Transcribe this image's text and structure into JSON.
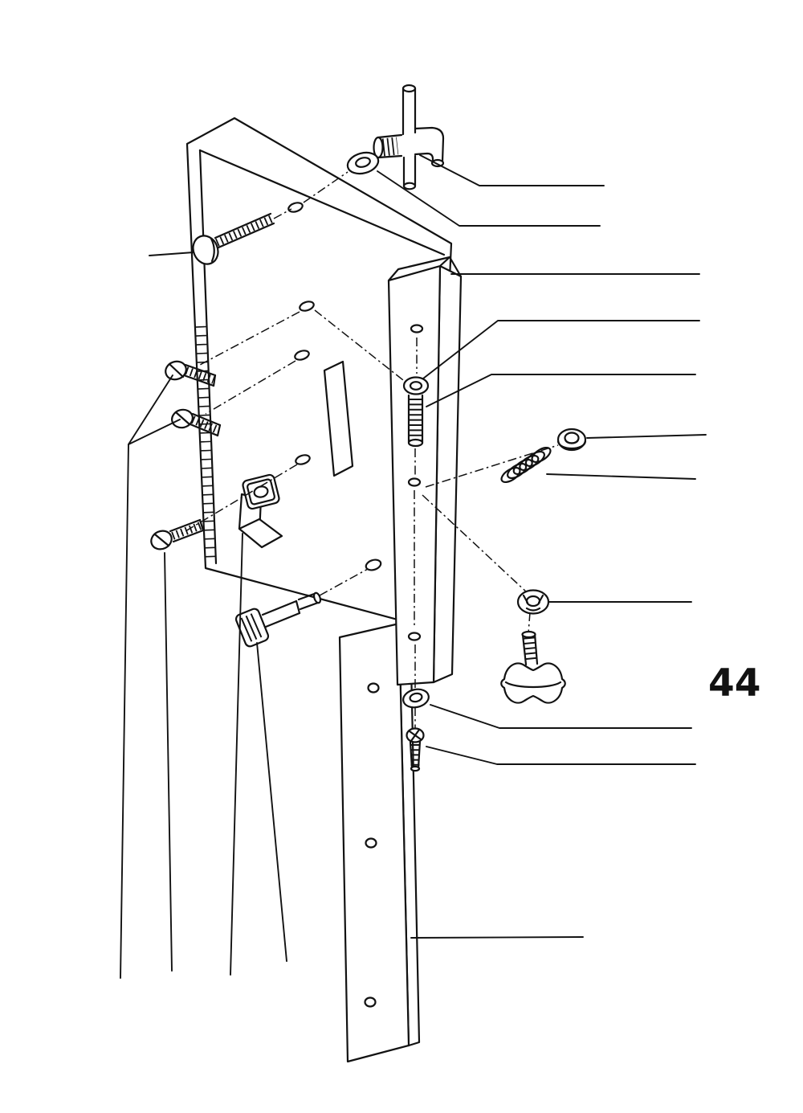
{
  "figure": {
    "callout_label": "44",
    "line_color": "#121212",
    "background_color": "#ffffff",
    "parts": [
      "pivot-pin-assembly",
      "flat-washer-top",
      "main-plate",
      "scale-strip",
      "round-head-bolt",
      "pan-head-screw",
      "square-nut",
      "corner-bracket",
      "knob-bolt",
      "fence-bar",
      "bar-washer",
      "threaded-stud",
      "compression-spring",
      "round-nut",
      "push-nut",
      "wing-knob-screw",
      "support-bar",
      "flat-washer-bottom",
      "bottom-screw"
    ]
  }
}
